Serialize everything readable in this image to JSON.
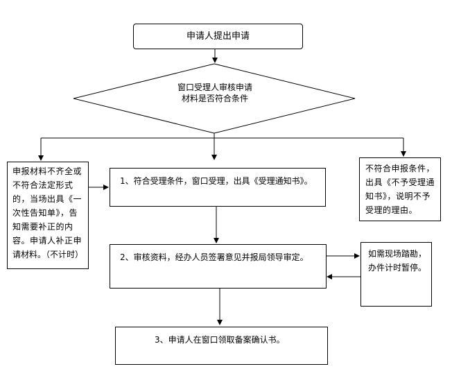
{
  "start": {
    "label": "申请人提出申请"
  },
  "decision": {
    "lines": [
      "窗口受理人审核申请",
      "材料是否符合条件"
    ]
  },
  "branch_incomplete": {
    "lines": [
      "申报材料不齐全或",
      "不符合法定形式",
      "的，当场出具《一",
      "次性告知单》，告",
      "知需要补正的内",
      "容。申请人补正申",
      "请材料。（不计时）"
    ]
  },
  "branch_reject": {
    "lines": [
      "不符合申报条件，",
      "出具《不予受理通",
      "知书》，说明不予",
      "受理的理由。"
    ]
  },
  "step1": {
    "label": "1、符合受理条件，窗口受理，出具《受理通知书》。"
  },
  "step2": {
    "label": "2、审核资料，经办人员签署意见并报局领导审定。"
  },
  "site_visit": {
    "lines": [
      "如需现场踏勘，",
      "办件计时暂停。"
    ]
  },
  "step3": {
    "label": "3、申请人在窗口领取备案确认书。"
  }
}
